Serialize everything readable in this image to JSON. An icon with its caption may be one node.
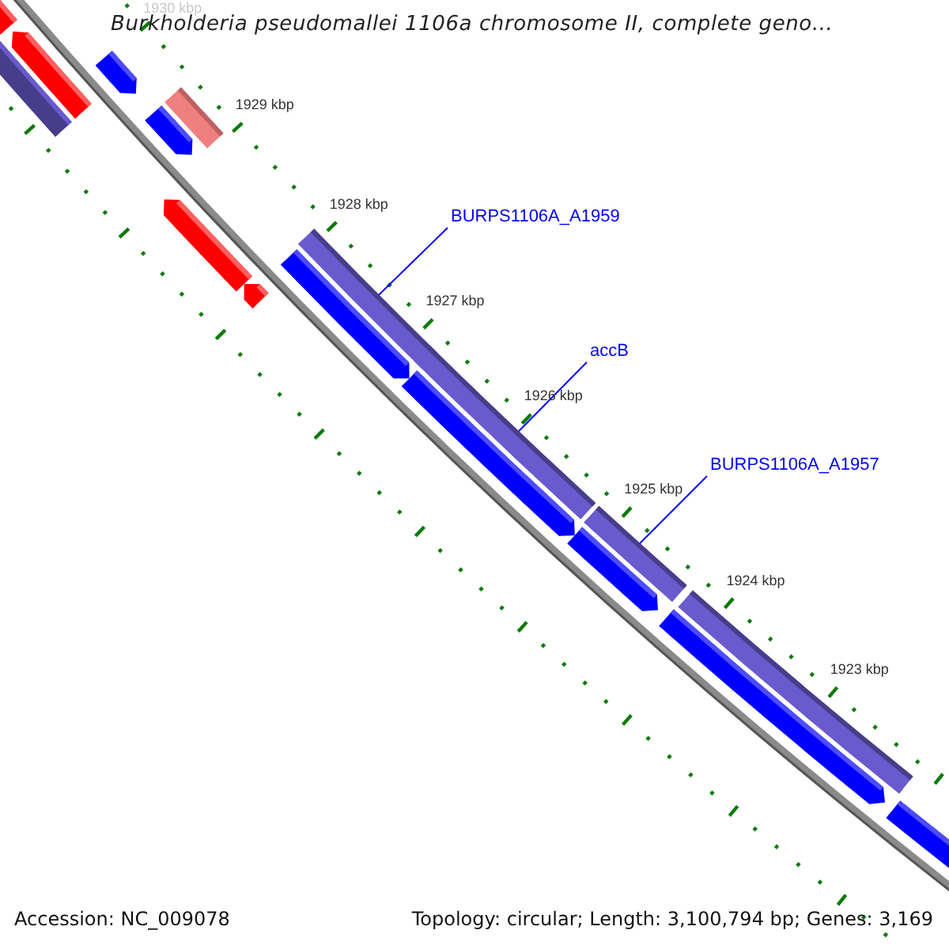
{
  "diagram": {
    "title": "Burkholderia pseudomallei 1106a chromosome II, complete geno...",
    "nodes": [
      {
        "text": [
          "BURPS1106A_A1959"
        ]
      },
      {
        "text": [
          "accB"
        ]
      },
      {
        "text": [
          "BURPS1106A_A1957"
        ]
      },
      {
        "text": [],
        "shape": "bar"
      },
      {
        "text": [],
        "shape": "bar"
      },
      {
        "text": [],
        "shape": "bar"
      }
    ],
    "edges": [
      {
        "from": 0,
        "to": 3,
        "arrow": "none"
      },
      {
        "from": 1,
        "to": 4,
        "arrow": "none"
      },
      {
        "from": 2,
        "to": 5,
        "arrow": "none"
      }
    ],
    "labels": [
      "1930 kbp",
      "1929 kbp",
      "1928 kbp",
      "1927 kbp",
      "1926 kbp",
      "1925 kbp",
      "1924 kbp",
      "1923 kbp",
      "Accession: NC_009078",
      "Topology: circular; Length: 3,100,794 bp; Genes: 3,169"
    ]
  }
}
